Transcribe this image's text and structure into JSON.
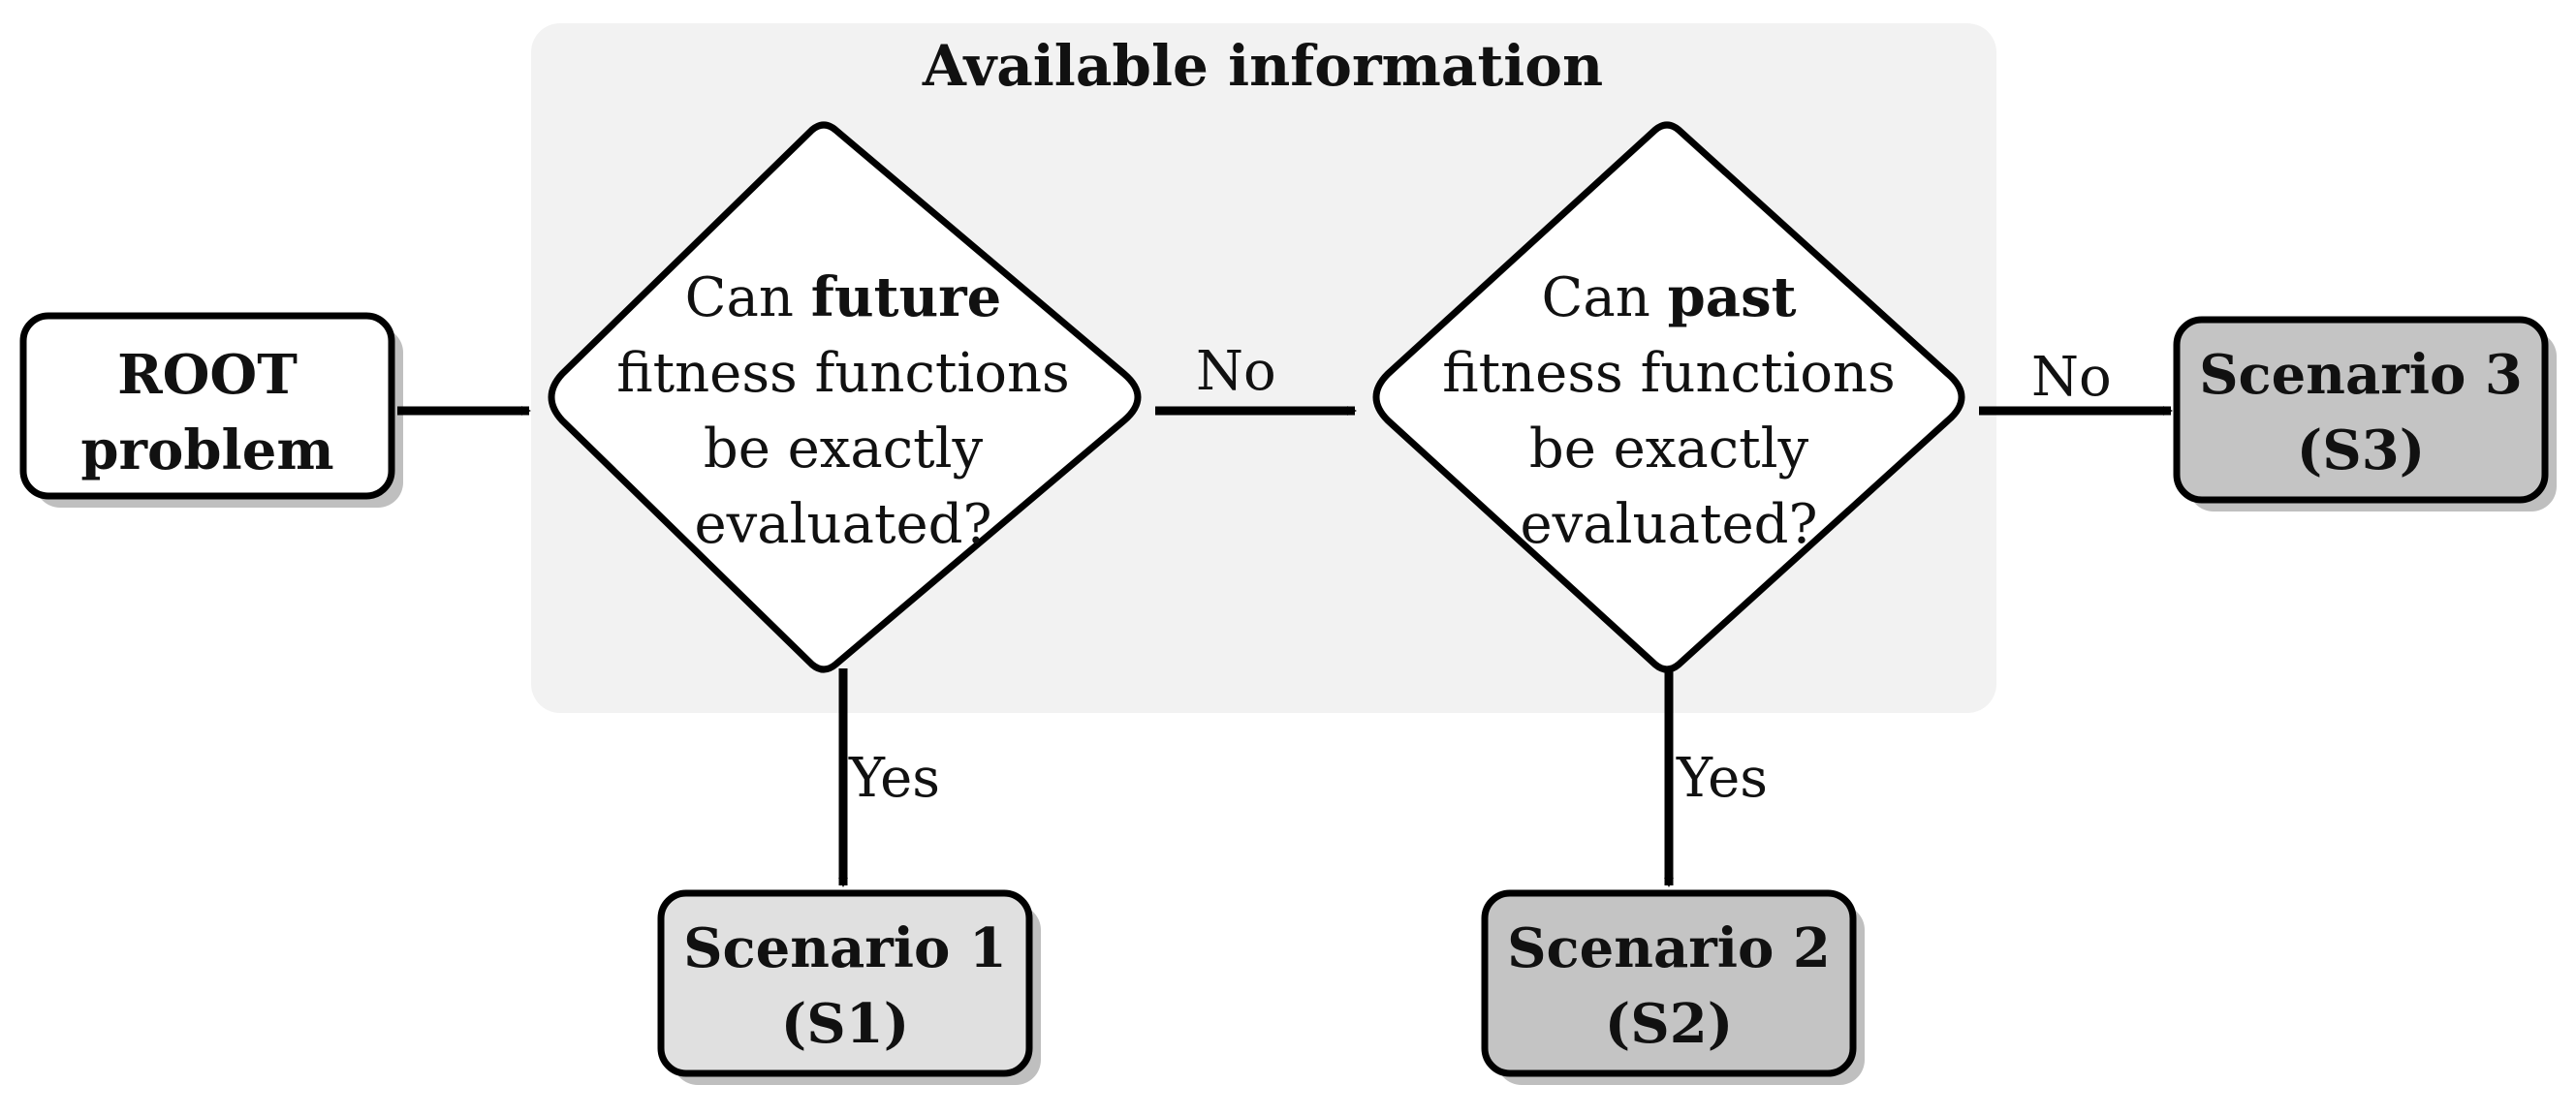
{
  "title": "Available information",
  "root": {
    "line1": "ROOT",
    "line2": "problem"
  },
  "decision_future": {
    "line1_prefix": "Can ",
    "line1_bold": "future",
    "line2": "fitness functions",
    "line3": "be exactly",
    "line4": "evaluated?"
  },
  "decision_past": {
    "line1_prefix": "Can ",
    "line1_bold": "past",
    "line2": "fitness functions",
    "line3": "be exactly",
    "line4": "evaluated?"
  },
  "edges": {
    "future_no": "No",
    "future_yes": "Yes",
    "past_no": "No",
    "past_yes": "Yes"
  },
  "scenario1": {
    "line1": "Scenario 1",
    "line2": "(S1)"
  },
  "scenario2": {
    "line1": "Scenario 2",
    "line2": "(S2)"
  },
  "scenario3": {
    "line1": "Scenario 3",
    "line2": "(S3)"
  },
  "colors": {
    "panel": "#f2f2f2",
    "stroke": "#000000",
    "shadow": "#bfbfbf",
    "scenario1_fill": "#e0e0e0",
    "scenario_dark_fill": "#c4c4c4",
    "white_fill": "#ffffff"
  }
}
